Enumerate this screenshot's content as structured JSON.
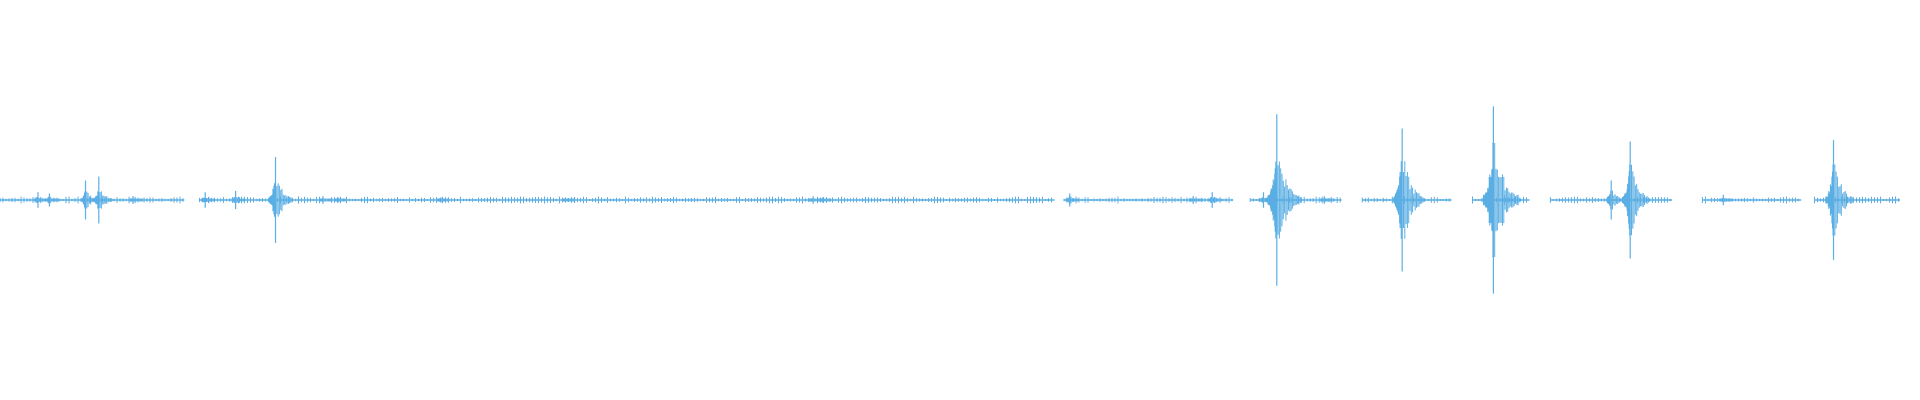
{
  "waveform": {
    "color": "#5aaee3",
    "baseline_color": "#5aaee3",
    "segments": [
      {
        "start": 0.0,
        "end": 0.097
      },
      {
        "start": 0.105,
        "end": 0.555
      },
      {
        "start": 0.56,
        "end": 0.649
      },
      {
        "start": 0.658,
        "end": 0.706
      },
      {
        "start": 0.717,
        "end": 0.764
      },
      {
        "start": 0.775,
        "end": 0.805
      },
      {
        "start": 0.816,
        "end": 0.88
      },
      {
        "start": 0.896,
        "end": 0.948
      },
      {
        "start": 0.955,
        "end": 1.0
      }
    ],
    "peaks": [
      {
        "t": 0.02,
        "amp": 0.06
      },
      {
        "t": 0.026,
        "amp": 0.05
      },
      {
        "t": 0.045,
        "amp": 0.15
      },
      {
        "t": 0.052,
        "amp": 0.18
      },
      {
        "t": 0.07,
        "amp": 0.03
      },
      {
        "t": 0.108,
        "amp": 0.06
      },
      {
        "t": 0.124,
        "amp": 0.07
      },
      {
        "t": 0.145,
        "amp": 0.33
      },
      {
        "t": 0.17,
        "amp": 0.03
      },
      {
        "t": 0.178,
        "amp": 0.02
      },
      {
        "t": 0.232,
        "amp": 0.02
      },
      {
        "t": 0.298,
        "amp": 0.01
      },
      {
        "t": 0.428,
        "amp": 0.03
      },
      {
        "t": 0.433,
        "amp": 0.02
      },
      {
        "t": 0.563,
        "amp": 0.05
      },
      {
        "t": 0.628,
        "amp": 0.03
      },
      {
        "t": 0.638,
        "amp": 0.06
      },
      {
        "t": 0.665,
        "amp": 0.06
      },
      {
        "t": 0.672,
        "amp": 0.66
      },
      {
        "t": 0.697,
        "amp": 0.03
      },
      {
        "t": 0.738,
        "amp": 0.55
      },
      {
        "t": 0.786,
        "amp": 0.72
      },
      {
        "t": 0.792,
        "amp": 0.04
      },
      {
        "t": 0.848,
        "amp": 0.15
      },
      {
        "t": 0.858,
        "amp": 0.45
      },
      {
        "t": 0.907,
        "amp": 0.04
      },
      {
        "t": 0.965,
        "amp": 0.46
      }
    ]
  }
}
